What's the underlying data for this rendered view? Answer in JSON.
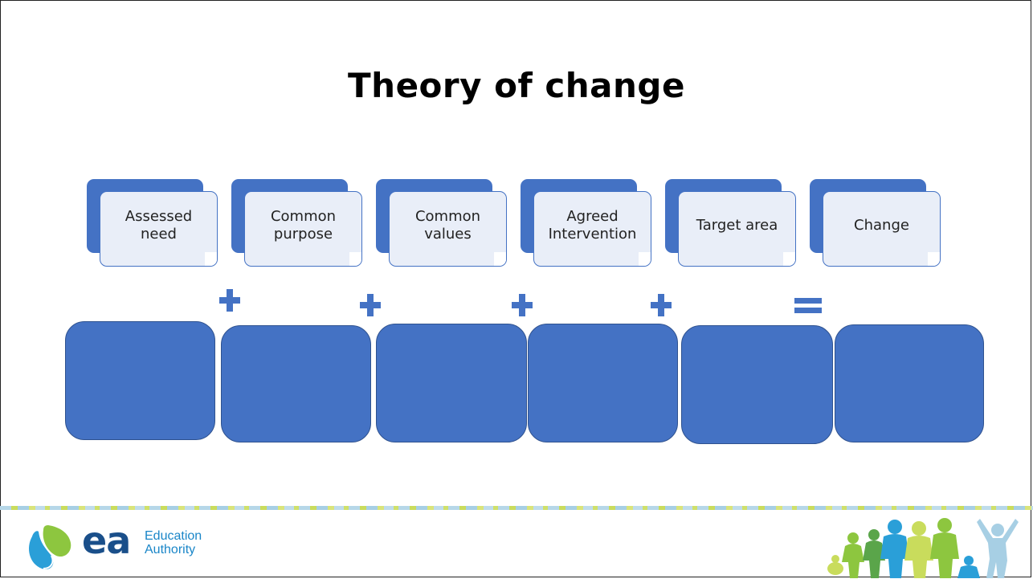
{
  "slide": {
    "title": "Theory of change"
  },
  "labels": [
    {
      "line1": "Assessed",
      "line2": "need"
    },
    {
      "line1": "Common",
      "line2": "purpose"
    },
    {
      "line1": "Common",
      "line2": "values"
    },
    {
      "line1": "Agreed",
      "line2": "Intervention"
    },
    {
      "line1": "Target area",
      "line2": ""
    },
    {
      "line1": "Change",
      "line2": ""
    }
  ],
  "operators": [
    "plus",
    "plus",
    "plus",
    "plus",
    "equals"
  ],
  "colors": {
    "shape_fill": "#4472c4",
    "shape_outline": "#2f528f",
    "label_fill": "#e9eef8",
    "logo_blue": "#1a4f8a",
    "logo_accent_green": "#8dc63f",
    "logo_accent_blue": "#2a9fd8"
  },
  "footer": {
    "logo_text": "ea",
    "logo_line1": "Education",
    "logo_line2": "Authority",
    "right_graphic": "children-silhouettes-icon"
  }
}
